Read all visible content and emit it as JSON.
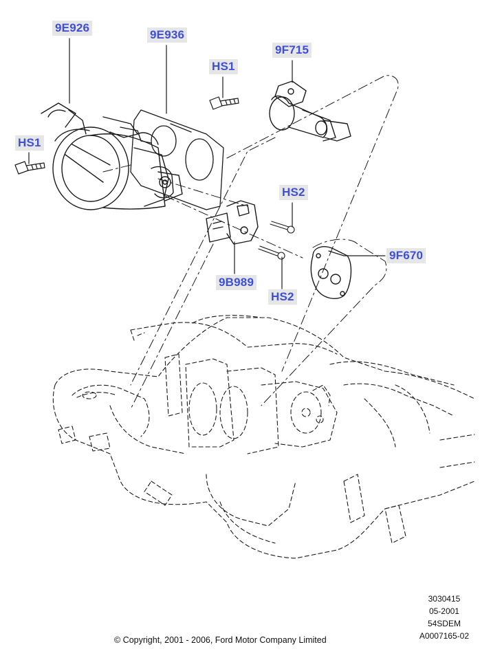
{
  "callouts": {
    "9E926": "9E926",
    "9E936": "9E936",
    "HS1_top": "HS1",
    "9F715": "9F715",
    "HS1_left": "HS1",
    "HS2_top": "HS2",
    "9F670": "9F670",
    "9B989": "9B989",
    "HS2_bottom": "HS2"
  },
  "meta": {
    "line1": "3030415",
    "line2": "05-2001",
    "line3": "54SDEM",
    "line4": "A0007165-02"
  },
  "copyright": "© Copyright, 2001 - 2006, Ford Motor Company Limited",
  "colors": {
    "callout_text": "#3d4fd8",
    "callout_bg": "#e6e6e6",
    "line": "#1a1a1a"
  }
}
